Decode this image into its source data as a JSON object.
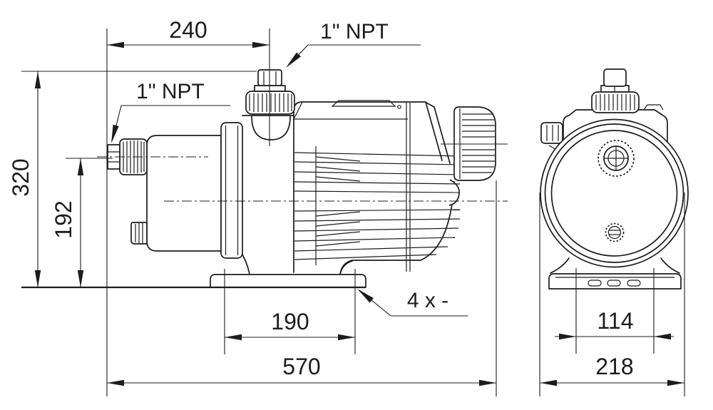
{
  "drawing": {
    "colors": {
      "line": "#1c1c1c",
      "background": "#ffffff"
    },
    "side_view": {
      "dim_width_top": "240",
      "label_port_top": "1\" NPT",
      "label_port_inlet": "1\" NPT",
      "dim_height_overall": "320",
      "dim_height_inlet_axis": "192",
      "dim_foot_hole_spacing": "190",
      "dim_length_overall": "570",
      "label_mounting_holes": "4 x -"
    },
    "front_view": {
      "dim_foot_hole_spacing": "114",
      "dim_width_overall": "218"
    }
  }
}
